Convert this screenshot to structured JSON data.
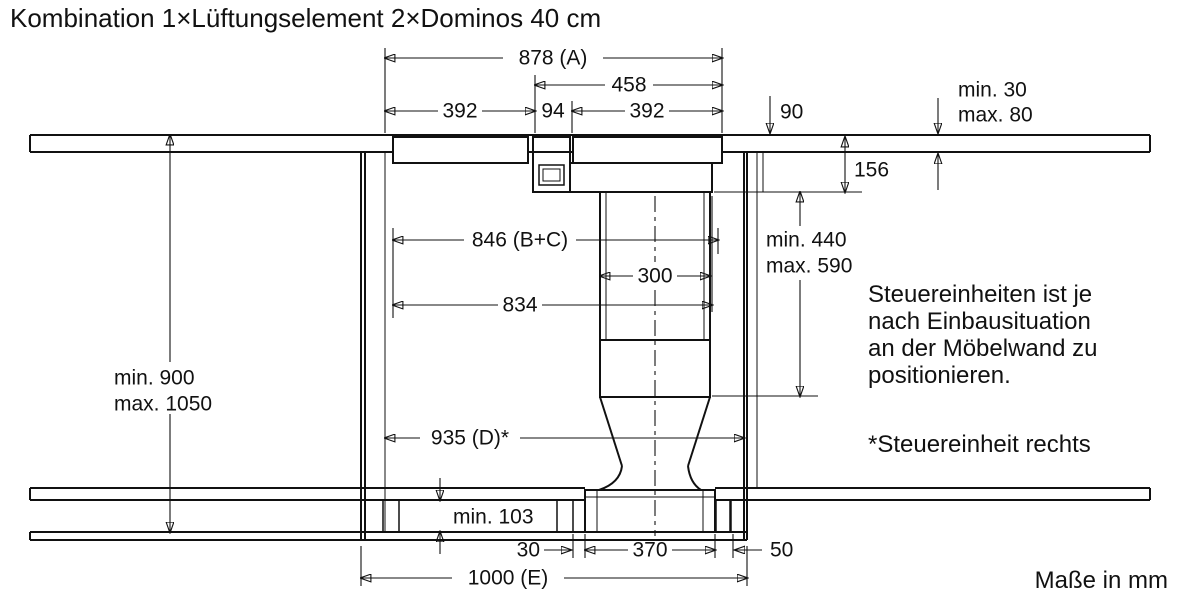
{
  "title": "Kombination 1×Lüftungselement 2×Dominos 40 cm",
  "footer_note": "Maße in mm",
  "dimensions": {
    "overall_width_a": "878 (A)",
    "right_span": "458",
    "left_segment": "392",
    "center_segment": "94",
    "right_segment": "392",
    "rear_offset": "90",
    "worktop_min": "min. 30",
    "worktop_max": "max. 80",
    "element_depth": "156",
    "cutout_bc": "846 (B+C)",
    "duct_width": "300",
    "duct_height_min": "min. 440",
    "duct_height_max": "max. 590",
    "inner_width": "834",
    "cabinet_height_min": "min. 900",
    "cabinet_height_max": "max. 1050",
    "clearance_d": "935 (D)*",
    "plinth_height": "min. 103",
    "base_gap_left": "30",
    "base_width": "370",
    "base_gap_right": "50",
    "cabinet_width_e": "1000 (E)"
  },
  "notes": {
    "control_unit": [
      "Steuereinheiten ist je",
      "nach Einbausituation",
      "an der Möbelwand zu",
      "positionieren."
    ],
    "asterisk": "*Steuereinheit rechts"
  }
}
